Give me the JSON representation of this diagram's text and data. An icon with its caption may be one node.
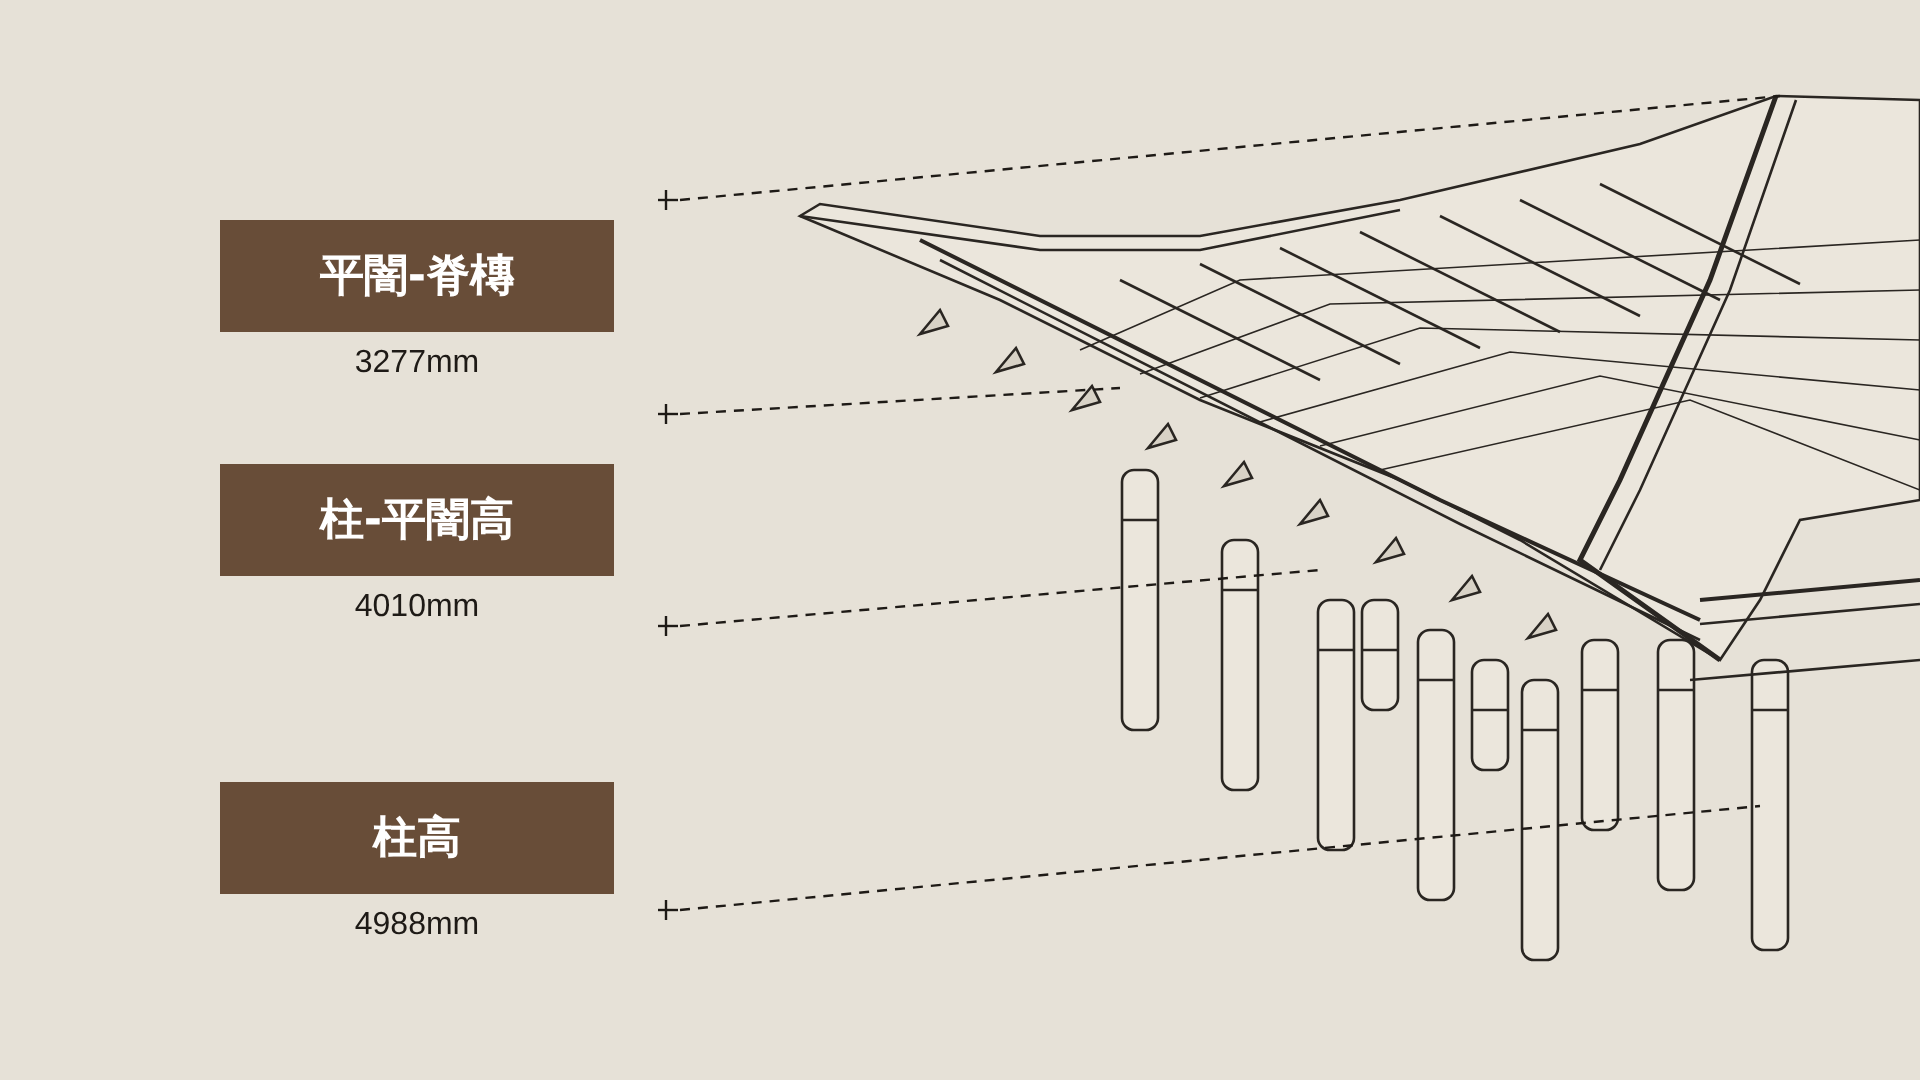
{
  "diagram": {
    "nodes": [
      {
        "text": [
          "平闇-脊槫"
        ],
        "beside": [
          "3277mm"
        ]
      },
      {
        "text": [
          "柱-平闇高"
        ],
        "beside": [
          "4010mm"
        ]
      },
      {
        "text": [
          "柱高"
        ],
        "beside": [
          "4988mm"
        ]
      },
      {
        "text": [],
        "shape": "picture"
      }
    ]
  }
}
